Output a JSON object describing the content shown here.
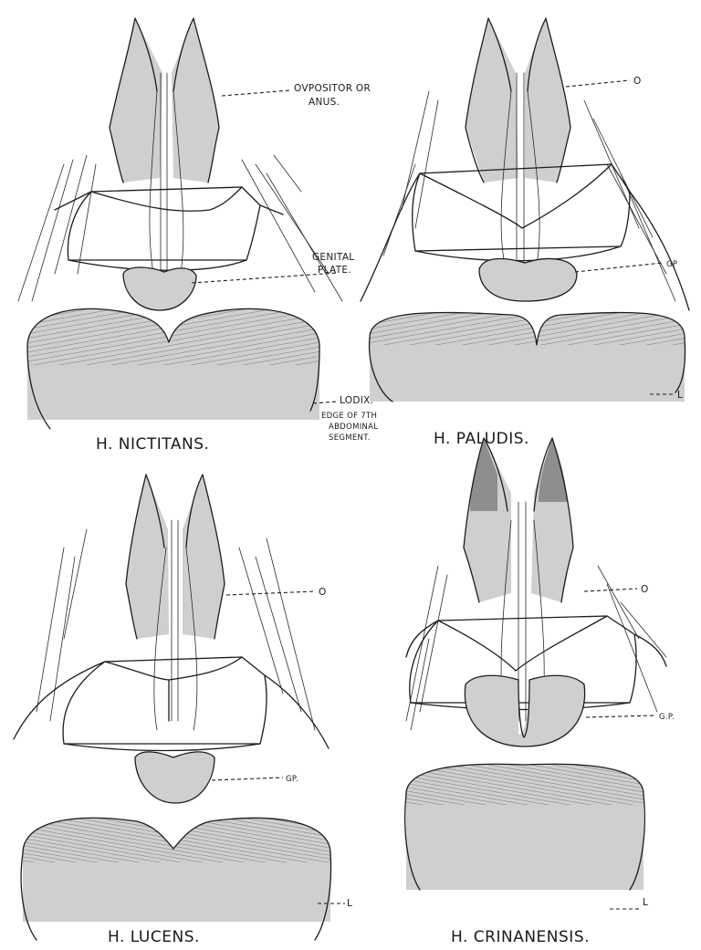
{
  "figures": [
    {
      "title": "H. NICTITANS.",
      "labels": {
        "ovipositor": "OVPOSITOR OR",
        "ovipositor_line2": "ANUS.",
        "genital_plate": "GENITAL",
        "genital_plate_line2": "PLATE.",
        "lodix": "LODIX.",
        "lodix_line2": "EDGE OF 7TH",
        "lodix_line3": "ABDOMINAL",
        "lodix_line4": "SEGMENT."
      }
    },
    {
      "title": "H. PALUDIS.",
      "labels": {
        "ovipositor": "O",
        "genital_plate": "GP",
        "lodix": "L"
      }
    },
    {
      "title": "H. LUCENS.",
      "labels": {
        "ovipositor": "O",
        "genital_plate": "GP.",
        "lodix": "L"
      }
    },
    {
      "title": "H. CRINANENSIS.",
      "labels": {
        "ovipositor": "O",
        "genital_plate": "G.P.",
        "lodix": "L"
      }
    }
  ]
}
